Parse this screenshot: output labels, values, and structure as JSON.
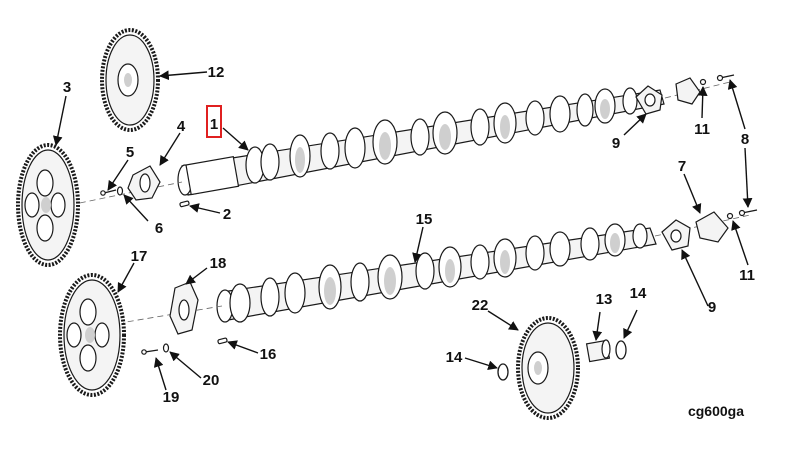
{
  "diagram": {
    "reference_code": "cg600ga",
    "highlighted_callout": "1",
    "callouts": {
      "c1": "1",
      "c2": "2",
      "c3": "3",
      "c4": "4",
      "c5": "5",
      "c6": "6",
      "c7": "7",
      "c8": "8",
      "c9a": "9",
      "c9b": "9",
      "c11a": "11",
      "c11b": "11",
      "c12": "12",
      "c13": "13",
      "c14a": "14",
      "c14b": "14",
      "c15": "15",
      "c16": "16",
      "c17": "17",
      "c18": "18",
      "c19": "19",
      "c20": "20",
      "c22": "22"
    }
  }
}
